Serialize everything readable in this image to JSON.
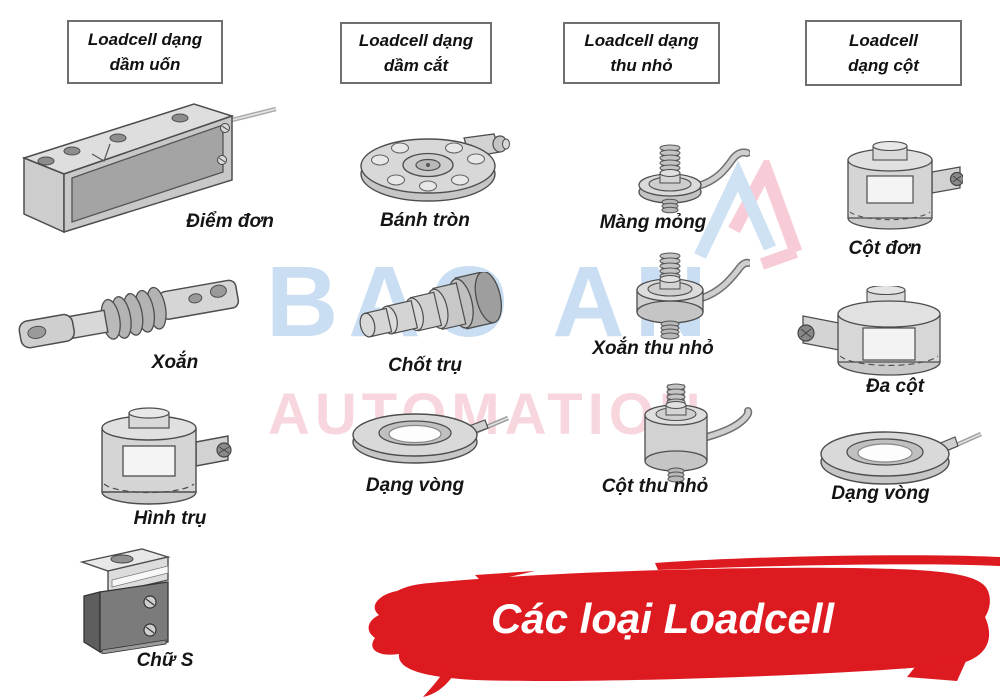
{
  "banner": {
    "label": "Các loại Loadcell"
  },
  "watermark": {
    "line1": "BAO AN",
    "line2": "AUTOMATION",
    "logo": "baoan-heart-logo"
  },
  "colors": {
    "banner_red": "#de1a21",
    "banner_text": "#ffffff",
    "watermark_blue": "#c9def2",
    "watermark_pink": "#f8d6de",
    "label_ink": "#141414"
  },
  "columns": [
    {
      "header": "Loadcell dạng dầm uốn",
      "header_line1": "Loadcell dạng",
      "header_line2": "dầm uốn",
      "items": [
        {
          "label": "Điểm đơn",
          "icon": "beam-loadcell-icon"
        },
        {
          "label": "Xoắn",
          "icon": "torsion-loadcell-icon"
        },
        {
          "label": "Hình trụ",
          "icon": "cylinder-loadcell-icon"
        },
        {
          "label": "Chữ S",
          "icon": "s-type-loadcell-icon"
        }
      ]
    },
    {
      "header": "Loadcell dạng dầm cắt",
      "header_line1": "Loadcell dạng",
      "header_line2": "dầm cắt",
      "items": [
        {
          "label": "Bánh tròn",
          "icon": "wheel-loadcell-icon"
        },
        {
          "label": "Chốt trụ",
          "icon": "pin-loadcell-icon"
        },
        {
          "label": "Dạng vòng",
          "icon": "ring-loadcell-icon"
        }
      ]
    },
    {
      "header": "Loadcell dạng thu nhỏ",
      "header_line1": "Loadcell dạng",
      "header_line2": "thu nhỏ",
      "items": [
        {
          "label": "Màng mỏng",
          "icon": "membrane-loadcell-icon"
        },
        {
          "label": "Xoắn thu nhỏ",
          "icon": "mini-torsion-loadcell-icon"
        },
        {
          "label": "Cột thu nhỏ",
          "icon": "mini-column-loadcell-icon"
        }
      ]
    },
    {
      "header": "Loadcell dạng cột",
      "header_line1": "Loadcell",
      "header_line2": "dạng cột",
      "items": [
        {
          "label": "Cột đơn",
          "icon": "single-column-loadcell-icon"
        },
        {
          "label": "Đa cột",
          "icon": "multi-column-loadcell-icon"
        },
        {
          "label": "Dạng vòng",
          "icon": "ring-loadcell-icon"
        }
      ]
    }
  ]
}
